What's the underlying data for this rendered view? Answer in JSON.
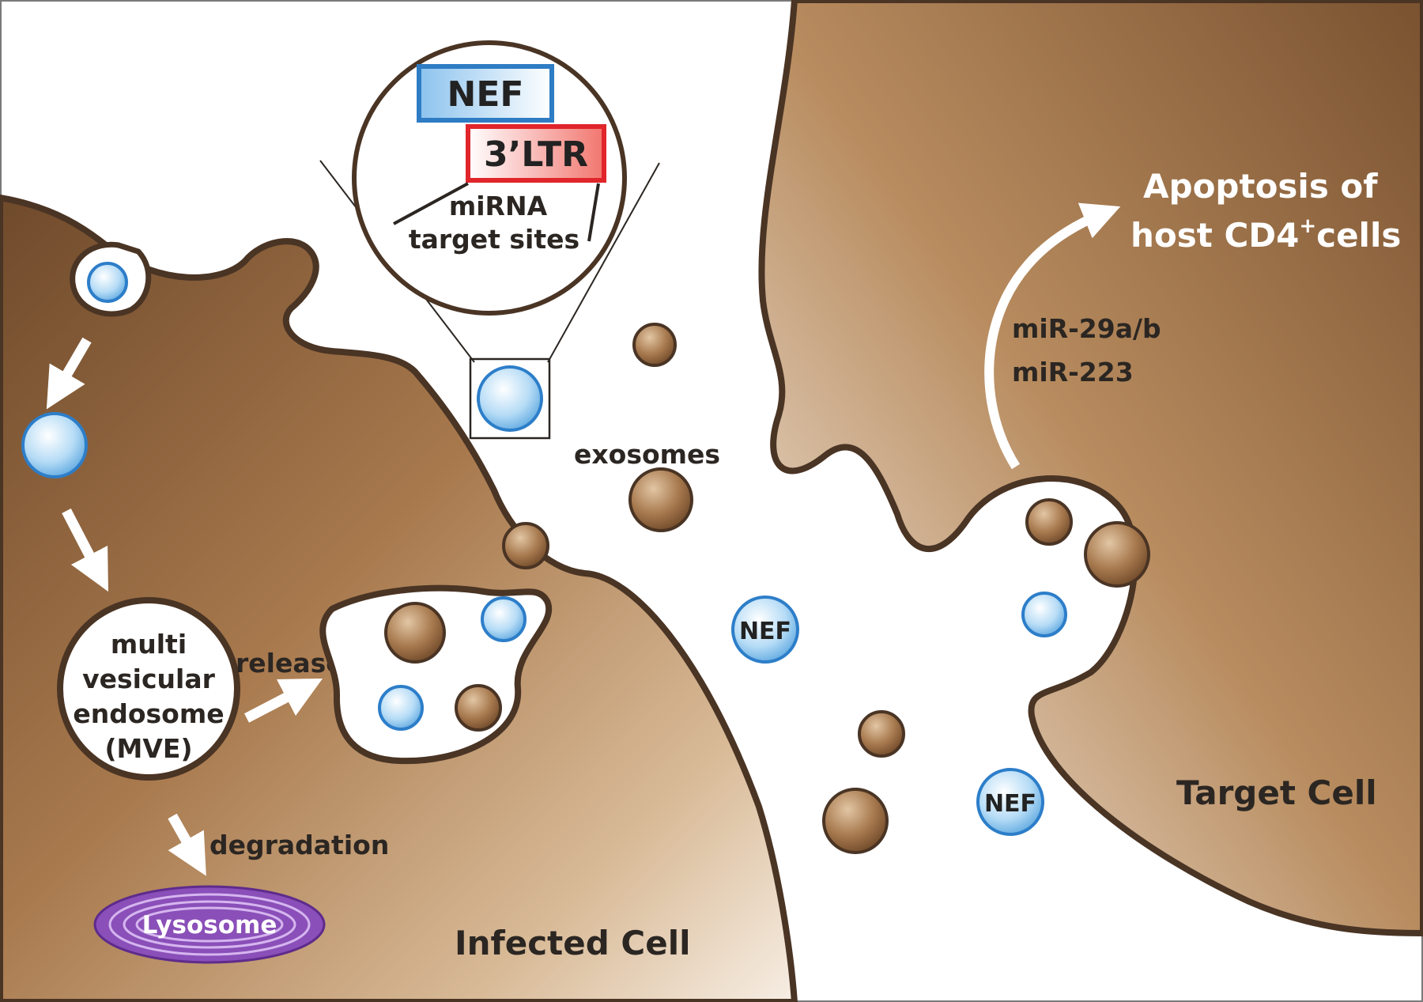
{
  "labels": {
    "nef_box": "NEF",
    "ltr_box": "3’LTR",
    "mirna_line1": "miRNA",
    "mirna_line2": "target sites",
    "exosomes": "exosomes",
    "release": "release",
    "degradation": "degradation",
    "mve_line1": "multi",
    "mve_line2": "vesicular",
    "mve_line3": "endosome",
    "mve_line4": "(MVE)",
    "lysosome": "Lysosome",
    "infected_cell": "Infected  Cell",
    "target_cell": "Target  Cell",
    "mir_line1": "miR-29a/b",
    "mir_line2": "miR-223",
    "apoptosis_line1": "Apoptosis of",
    "apoptosis_line2_a": "host CD4",
    "apoptosis_sup": "+",
    "apoptosis_line2_b": "cells",
    "nef_particle_1": "NEF",
    "nef_particle_2": "NEF"
  },
  "colors": {
    "membrane": "#4a3424",
    "cell_dark": "#7a5636",
    "cell_mid": "#c9a57c",
    "exosome": "#9b6e45",
    "vesicle_blue": "#6cb4e6",
    "lysosome": "#8a4fb8",
    "ltr_border": "#e0252b",
    "nef_border": "#2e7cc4"
  }
}
